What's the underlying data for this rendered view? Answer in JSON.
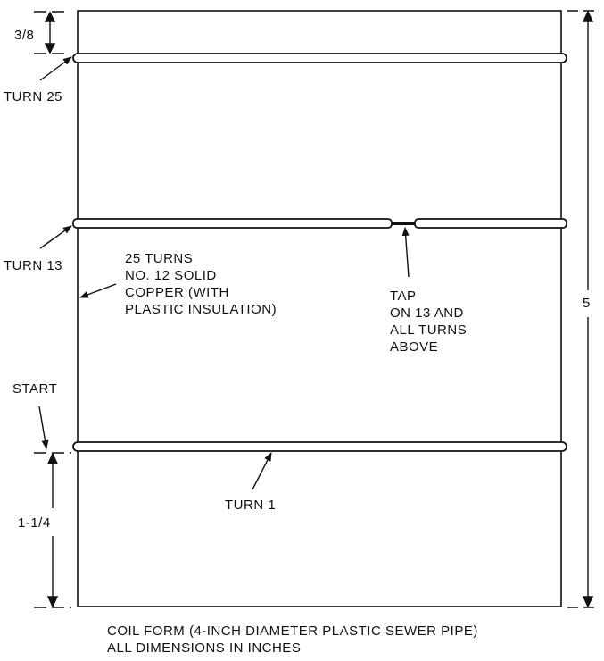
{
  "diagram": {
    "dimensions": {
      "top_gap": "3/8",
      "bottom_gap": "1-1/4",
      "total_height": "5"
    },
    "labels": {
      "turn25": "TURN 25",
      "turn13": "TURN 13",
      "start": "START",
      "turn1": "TURN 1",
      "wire_line1": "25 TURNS",
      "wire_line2": "NO. 12 SOLID",
      "wire_line3": "COPPER (WITH",
      "wire_line4": "PLASTIC INSULATION)",
      "tap_line1": "TAP",
      "tap_line2": "ON 13 AND",
      "tap_line3": "ALL TURNS",
      "tap_line4": "ABOVE"
    },
    "caption": {
      "line1": "COIL FORM (4-INCH DIAMETER PLASTIC SEWER PIPE)",
      "line2": "ALL DIMENSIONS IN INCHES"
    }
  }
}
